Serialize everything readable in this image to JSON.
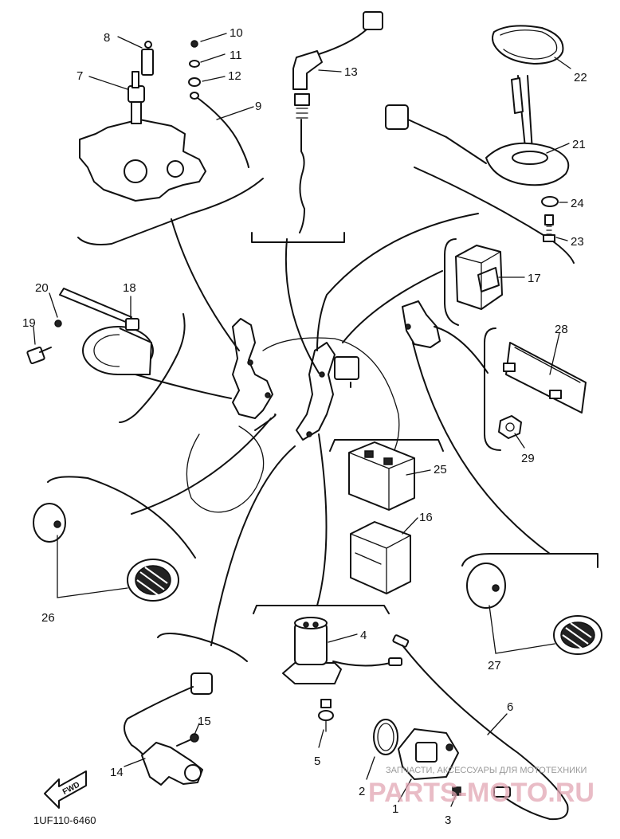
{
  "diagram": {
    "part_numbers": {
      "p1": "1",
      "p2": "2",
      "p3": "3",
      "p4": "4",
      "p5": "5",
      "p6": "6",
      "p7": "7",
      "p8": "8",
      "p9": "9",
      "p10": "10",
      "p11": "11",
      "p12": "12",
      "p13": "13",
      "p14": "14",
      "p15": "15",
      "p16": "16",
      "p17": "17",
      "p18": "18",
      "p19": "19",
      "p20": "20",
      "p21": "21",
      "p22": "22",
      "p23": "23",
      "p24": "24",
      "p25": "25",
      "p26": "26",
      "p27": "27",
      "p28": "28",
      "p29": "29"
    },
    "fwd_label": "FWD",
    "drawing_code": "1UF110-6460",
    "watermark_text": "ЗАПЧАСТИ, АКСЕССУАРЫ ДЛЯ МОТОТЕХНИКИ",
    "watermark_logo": "PARTS-MOTO.RU"
  }
}
